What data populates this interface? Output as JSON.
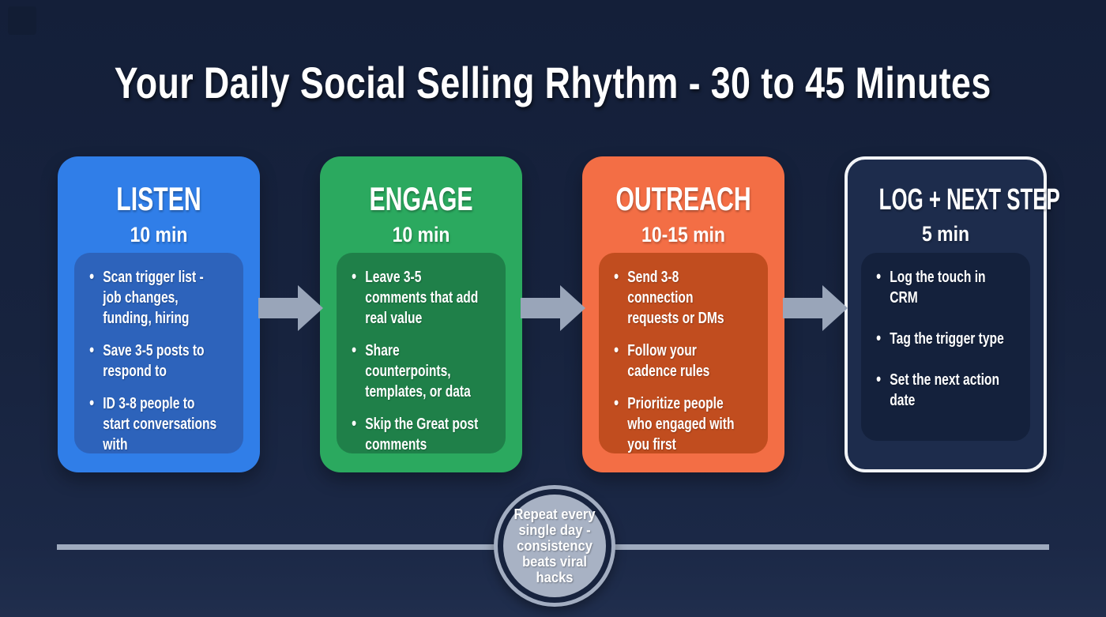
{
  "title": "Your Daily Social Selling Rhythm - 30 to 45 Minutes",
  "colors": {
    "background": "#17233E",
    "corner": "#101B32",
    "listen_card": "#307EE8",
    "listen_panel": "#2D63BB",
    "engage_card": "#2BA95F",
    "engage_panel": "#1F8049",
    "outreach_card": "#F36E45",
    "outreach_panel": "#C14D1F",
    "log_card": "#1D2C4C",
    "log_panel": "#14213C",
    "log_border": "#F2F4F7",
    "arrow": "#99A5B9",
    "line": "#9FABBF",
    "circle_ring": "#A2ADC1",
    "circle_fill": "#A8B2C4",
    "text": "#FFFFFF"
  },
  "cards": [
    {
      "title": "LISTEN",
      "duration": "10 min",
      "bullets": [
        "Scan trigger list -\njob changes,\nfunding, hiring",
        "Save 3-5 posts to\nrespond to",
        "ID 3-8 people to\nstart conversations\nwith"
      ]
    },
    {
      "title": "ENGAGE",
      "duration": "10 min",
      "bullets": [
        "Leave 3-5\ncomments that add\nreal value",
        "Share\ncounterpoints,\ntemplates, or data",
        "Skip the Great post\ncomments"
      ]
    },
    {
      "title": "OUTREACH",
      "duration": "10-15 min",
      "bullets": [
        "Send 3-8\nconnection\nrequests or DMs",
        "Follow your\ncadence rules",
        "Prioritize people\nwho engaged with\nyou first"
      ]
    },
    {
      "title": "LOG + NEXT STEP",
      "duration": "5 min",
      "bullets": [
        "Log the touch in\nCRM",
        "Tag the trigger type",
        "Set the next action\ndate"
      ]
    }
  ],
  "footer": {
    "note": "Repeat every\nsingle day -\nconsistency\nbeats viral\nhacks"
  }
}
